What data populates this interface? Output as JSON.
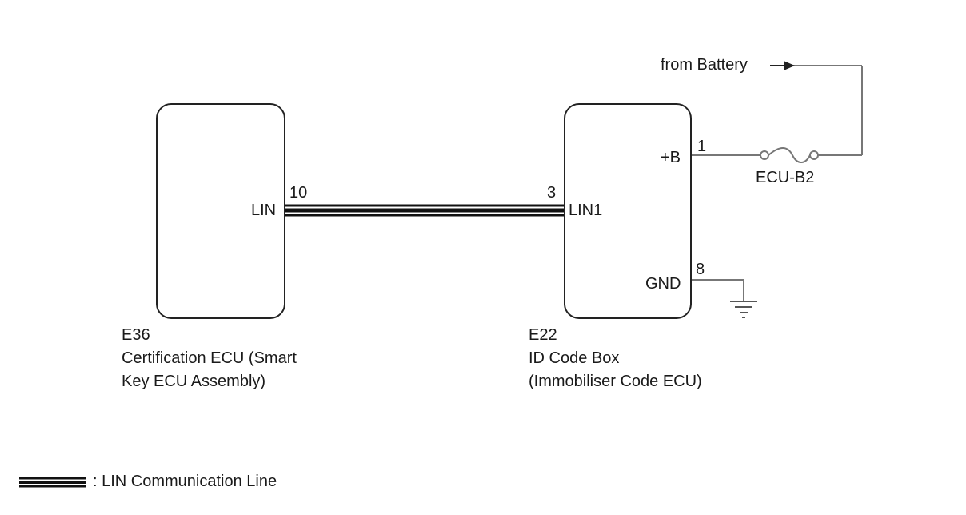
{
  "components": {
    "left": {
      "code": "E36",
      "name_line1": "Certification ECU (Smart",
      "name_line2": "Key ECU Assembly)",
      "pin_number": "10",
      "pin_label": "LIN"
    },
    "right": {
      "code": "E22",
      "name_line1": "ID Code Box",
      "name_line2": "(Immobiliser Code ECU)",
      "pin_lin_number": "3",
      "pin_lin_label": "LIN1",
      "pin_b_number": "1",
      "pin_b_label": "+B",
      "pin_gnd_number": "8",
      "pin_gnd_label": "GND"
    }
  },
  "power": {
    "source_label": "from Battery",
    "fuse_label": "ECU-B2"
  },
  "legend": {
    "lin_line_label": ": LIN Communication Line"
  },
  "colors": {
    "line": "#1a1a1a",
    "wire": "#777777",
    "box_border": "#222222"
  }
}
